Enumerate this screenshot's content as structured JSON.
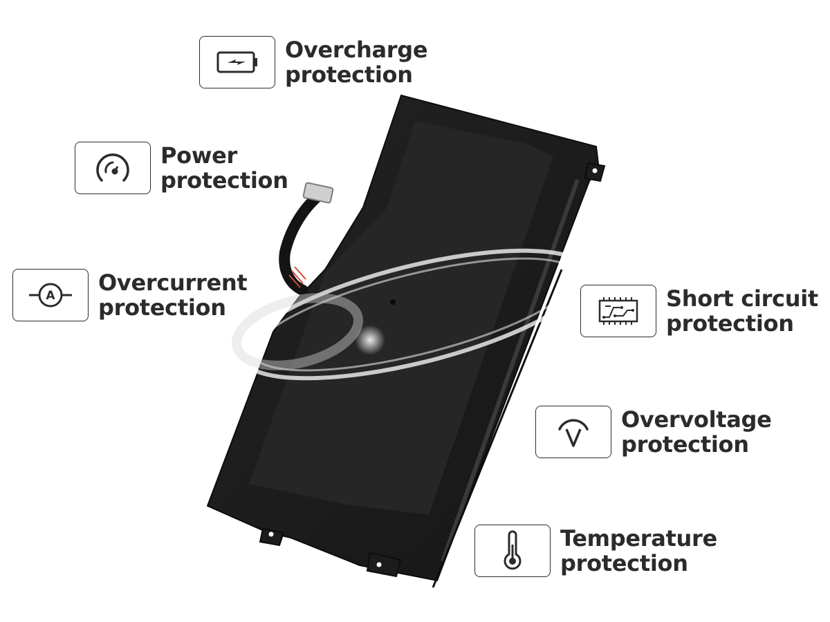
{
  "features": [
    {
      "id": "overcharge",
      "icon": "battery-charge-icon",
      "line1": "Overcharge",
      "line2": "protection"
    },
    {
      "id": "power",
      "icon": "power-gauge-icon",
      "line1": "Power",
      "line2": "protection"
    },
    {
      "id": "overcurrent",
      "icon": "ammeter-icon",
      "line1": "Overcurrent",
      "line2": "protection"
    },
    {
      "id": "short",
      "icon": "circuit-board-icon",
      "line1": "Short circuit",
      "line2": "protection"
    },
    {
      "id": "overvoltage",
      "icon": "voltmeter-icon",
      "line1": "Overvoltage",
      "line2": "protection"
    },
    {
      "id": "temperature",
      "icon": "thermometer-icon",
      "line1": "Temperature",
      "line2": "protection"
    }
  ],
  "colors": {
    "text": "#2b2b2b",
    "border": "#2b2b2b",
    "battery_body": "#1e1e1e",
    "battery_panel": "#2a2a2a",
    "swirl": "#ffffff"
  }
}
